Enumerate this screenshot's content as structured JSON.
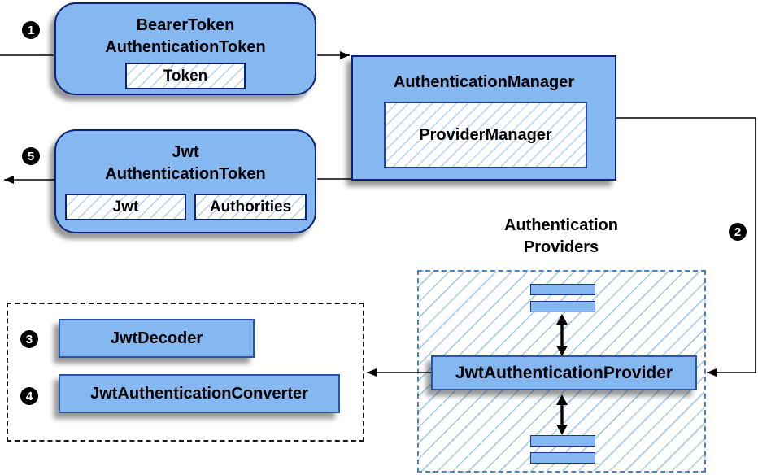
{
  "colors": {
    "node_fill": "#85b7f0",
    "node_border": "#0d2379",
    "hatch_line": "#a5cbef",
    "dashed_blue_border": "#4b80c2",
    "dashed_black_border": "#1a1a1a",
    "arrow": "#000000",
    "badge_bg": "#000000",
    "badge_text": "#ffffff",
    "shadow": "#9e9e9e"
  },
  "badges": {
    "step1": "1",
    "step2": "2",
    "step3": "3",
    "step4": "4",
    "step5": "5"
  },
  "nodes": {
    "bearer_token": {
      "title": "BearerToken\nAuthenticationToken",
      "member": "Token"
    },
    "authentication_manager": {
      "title": "AuthenticationManager",
      "member": "ProviderManager"
    },
    "jwt_authentication_token": {
      "title": "Jwt\nAuthenticationToken",
      "members": [
        "Jwt",
        "Authorities"
      ]
    },
    "jwt_authentication_provider": {
      "title": "JwtAuthenticationProvider"
    },
    "jwt_decoder": {
      "title": "JwtDecoder"
    },
    "jwt_authentication_converter": {
      "title": "JwtAuthenticationConverter"
    }
  },
  "labels": {
    "authentication_providers": "Authentication\nProviders"
  }
}
